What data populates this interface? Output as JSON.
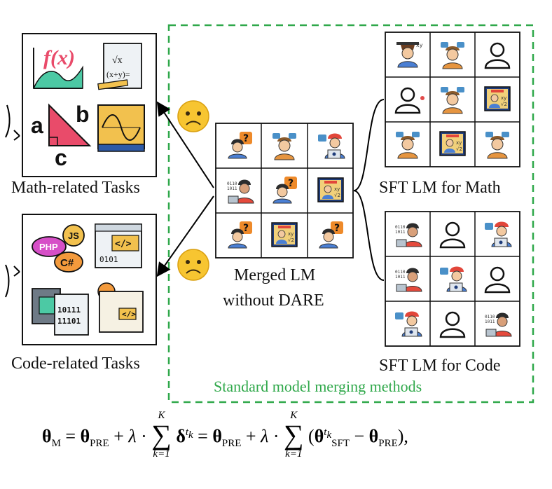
{
  "labels": {
    "math_tasks": "Math-related Tasks",
    "code_tasks": "Code-related Tasks",
    "merged_line1": "Merged LM",
    "merged_line2": "without DARE",
    "sft_math": "SFT LM for Math",
    "sft_code": "SFT LM for Code",
    "standard_methods": "Standard model merging methods"
  },
  "math_icons": {
    "function_text": "f(x)",
    "triangle_a": "a",
    "triangle_b": "b",
    "triangle_c": "c",
    "paper_sqrt": "√x",
    "paper_expr": "(x+y)="
  },
  "code_icons": {
    "php": "PHP",
    "js": "JS",
    "csharp": "C#",
    "tag": "</>",
    "binary": "0101",
    "binary_doc_1": "10111",
    "binary_doc_2": "11101"
  },
  "equation": {
    "theta": "θ",
    "sub_M": "M",
    "sub_PRE": "PRE",
    "sub_SFT": "SFT",
    "equals": "=",
    "plus": "+",
    "lambda": "λ",
    "dot": "·",
    "sum_upper": "K",
    "sum_lower": "k=1",
    "delta": "δ",
    "sup_tk": "t",
    "sup_k": "k",
    "open_paren": "(",
    "minus": "−",
    "close_paren": "),"
  },
  "colors": {
    "dashed_border": "#2fa84a",
    "emoji_face": "#f7c531",
    "speech_orange": "#ee8a2a",
    "shirt_blue": "#4a7fd4",
    "shirt_red": "#e54a3c",
    "cap_red": "#e2463a",
    "board_navy": "#1f3c7a"
  }
}
